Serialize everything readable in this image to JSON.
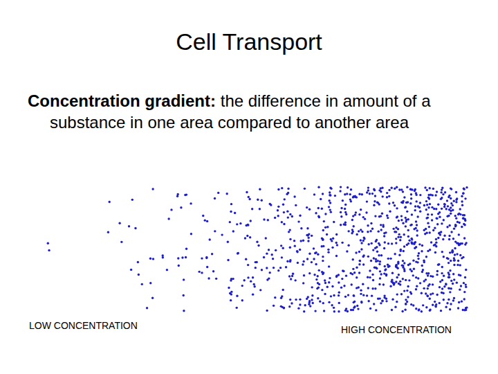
{
  "diagram": {
    "title": "Cell Transport",
    "labels": [
      "Concentration gradient:",
      "the difference in amount of a substance in one area compared to another area",
      "LOW CONCENTRATION",
      "HIGH CONCENTRATION"
    ]
  }
}
